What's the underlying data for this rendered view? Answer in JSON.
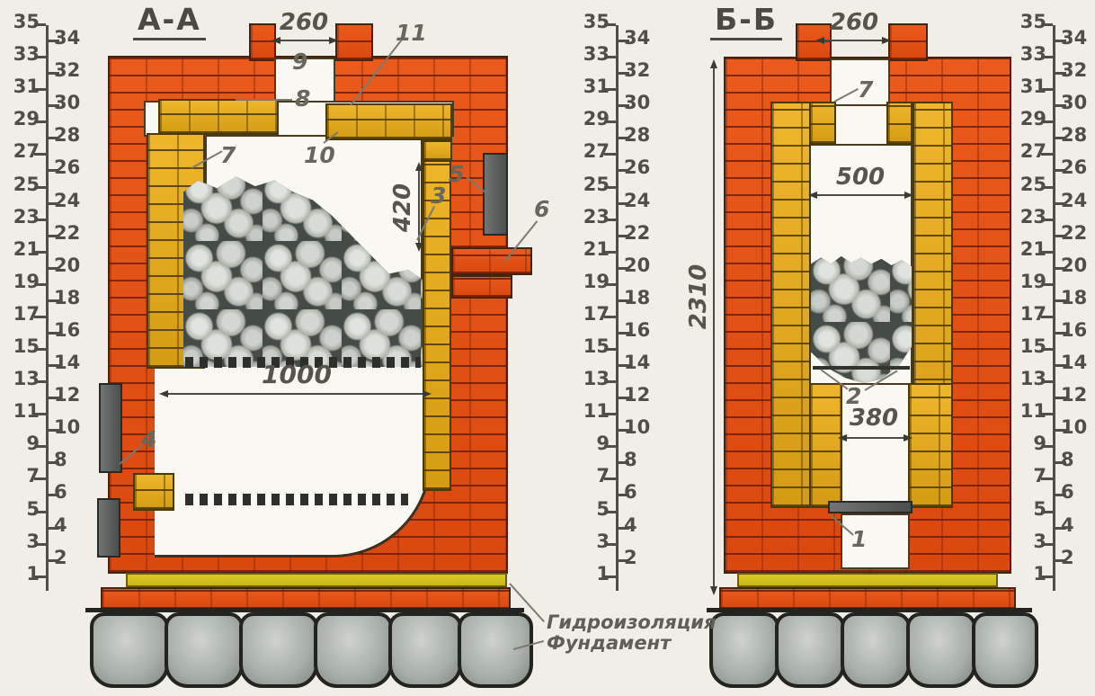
{
  "titles": {
    "section_a": "А-А",
    "section_b": "Б-Б"
  },
  "dims": {
    "chimney_a": "260",
    "chimney_b": "260",
    "hearth_width": "1000",
    "flue_height": "420",
    "chamber_width": "500",
    "grate_width": "380",
    "total_height": "2310"
  },
  "labels": {
    "l1": "1",
    "l2": "2",
    "l3": "3",
    "l4": "4",
    "l5": "5",
    "l6": "6",
    "l7a": "7",
    "l7b": "7",
    "l8": "8",
    "l9": "9",
    "l10": "10",
    "l11": "11"
  },
  "notes": {
    "waterproofing": "Гидроизоляция",
    "foundation": "Фундамент"
  },
  "ruler": {
    "odd": [
      35,
      33,
      31,
      29,
      27,
      25,
      23,
      21,
      19,
      17,
      15,
      13,
      11,
      9,
      7,
      5,
      3,
      1
    ],
    "even": [
      34,
      32,
      30,
      28,
      26,
      24,
      22,
      20,
      18,
      16,
      14,
      12,
      10,
      8,
      6,
      4,
      2
    ]
  },
  "colors": {
    "brick_red": "#e0500f",
    "firebrick_yellow": "#e2a81c",
    "waterproofing_band": "#d2c226",
    "stone_gray": "#aab0a8",
    "foundation_gray": "#a8aea8",
    "line_dark": "#4c4c44"
  }
}
